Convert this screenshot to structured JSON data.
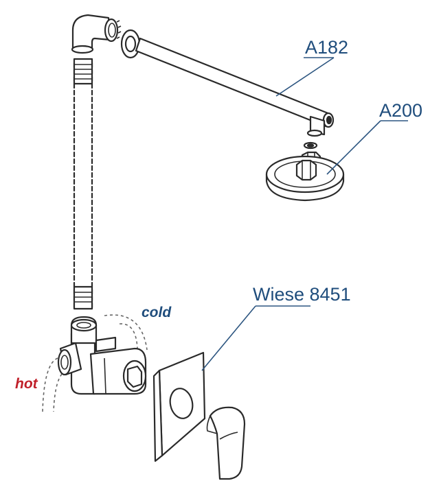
{
  "labels": {
    "a182": "A182",
    "a200": "A200",
    "wiese": "Wiese 8451",
    "cold": "cold",
    "hot": "hot"
  },
  "colors": {
    "part_label": "#1f4d7c",
    "cold_label": "#1f4d7c",
    "hot_label": "#c0202a",
    "line": "#2a2a2a"
  }
}
